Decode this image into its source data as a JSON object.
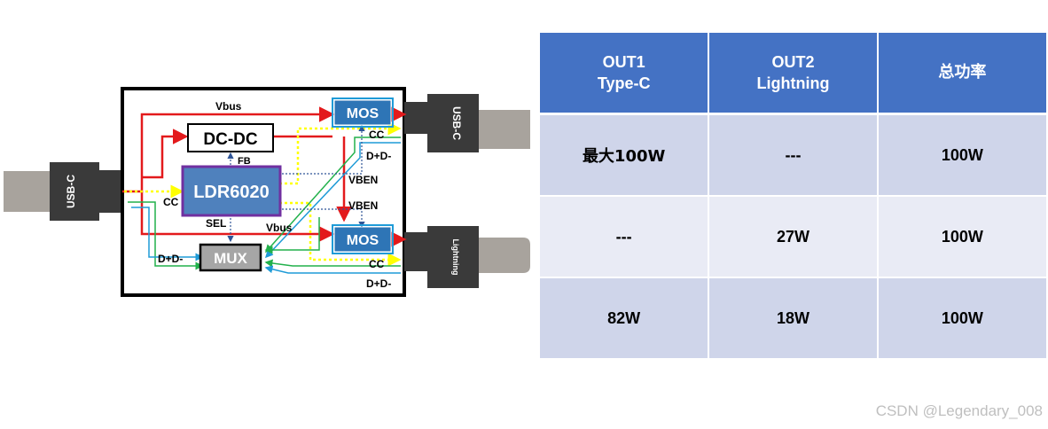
{
  "diagram": {
    "input_port": "USB-C",
    "out_port_c": "USB-C",
    "out_port_l": "Lightning",
    "dcdc": "DC-DC",
    "controller": "LDR6020",
    "mux": "MUX",
    "mos_top": "MOS",
    "mos_bottom": "MOS",
    "vbus_top": "Vbus",
    "vbus_bottom": "Vbus",
    "fb": "FB",
    "sel": "SEL",
    "cc_input": "CC",
    "cc_top": "CC",
    "cc_bottom": "CC",
    "dpdm_top": "D+D-",
    "dpdm_bottom": "D+D-",
    "dpdm_mux": "D+D-",
    "vben_top": "VBEN",
    "vben_bottom": "VBEN",
    "colors": {
      "vbus": "#e31a1c",
      "cc": "#ffff00",
      "data_blue": "#1f9bd7",
      "data_green": "#22b14c",
      "controller_fill": "#4f81bd",
      "controller_border": "#7030a0",
      "mos_fill": "#2e75b6",
      "mux_fill": "#a6a6a6",
      "connector_dark": "#3a3a3a",
      "connector_gray": "#a8a39d"
    }
  },
  "table": {
    "headers": [
      {
        "line1": "OUT1",
        "line2": "Type-C"
      },
      {
        "line1": "OUT2",
        "line2": "Lightning"
      },
      {
        "line1": "总功率",
        "line2": ""
      }
    ],
    "rows": [
      [
        "最大100W",
        "---",
        "100W"
      ],
      [
        "---",
        "27W",
        "100W"
      ],
      [
        "82W",
        "18W",
        "100W"
      ]
    ]
  },
  "watermark": "CSDN @Legendary_008"
}
